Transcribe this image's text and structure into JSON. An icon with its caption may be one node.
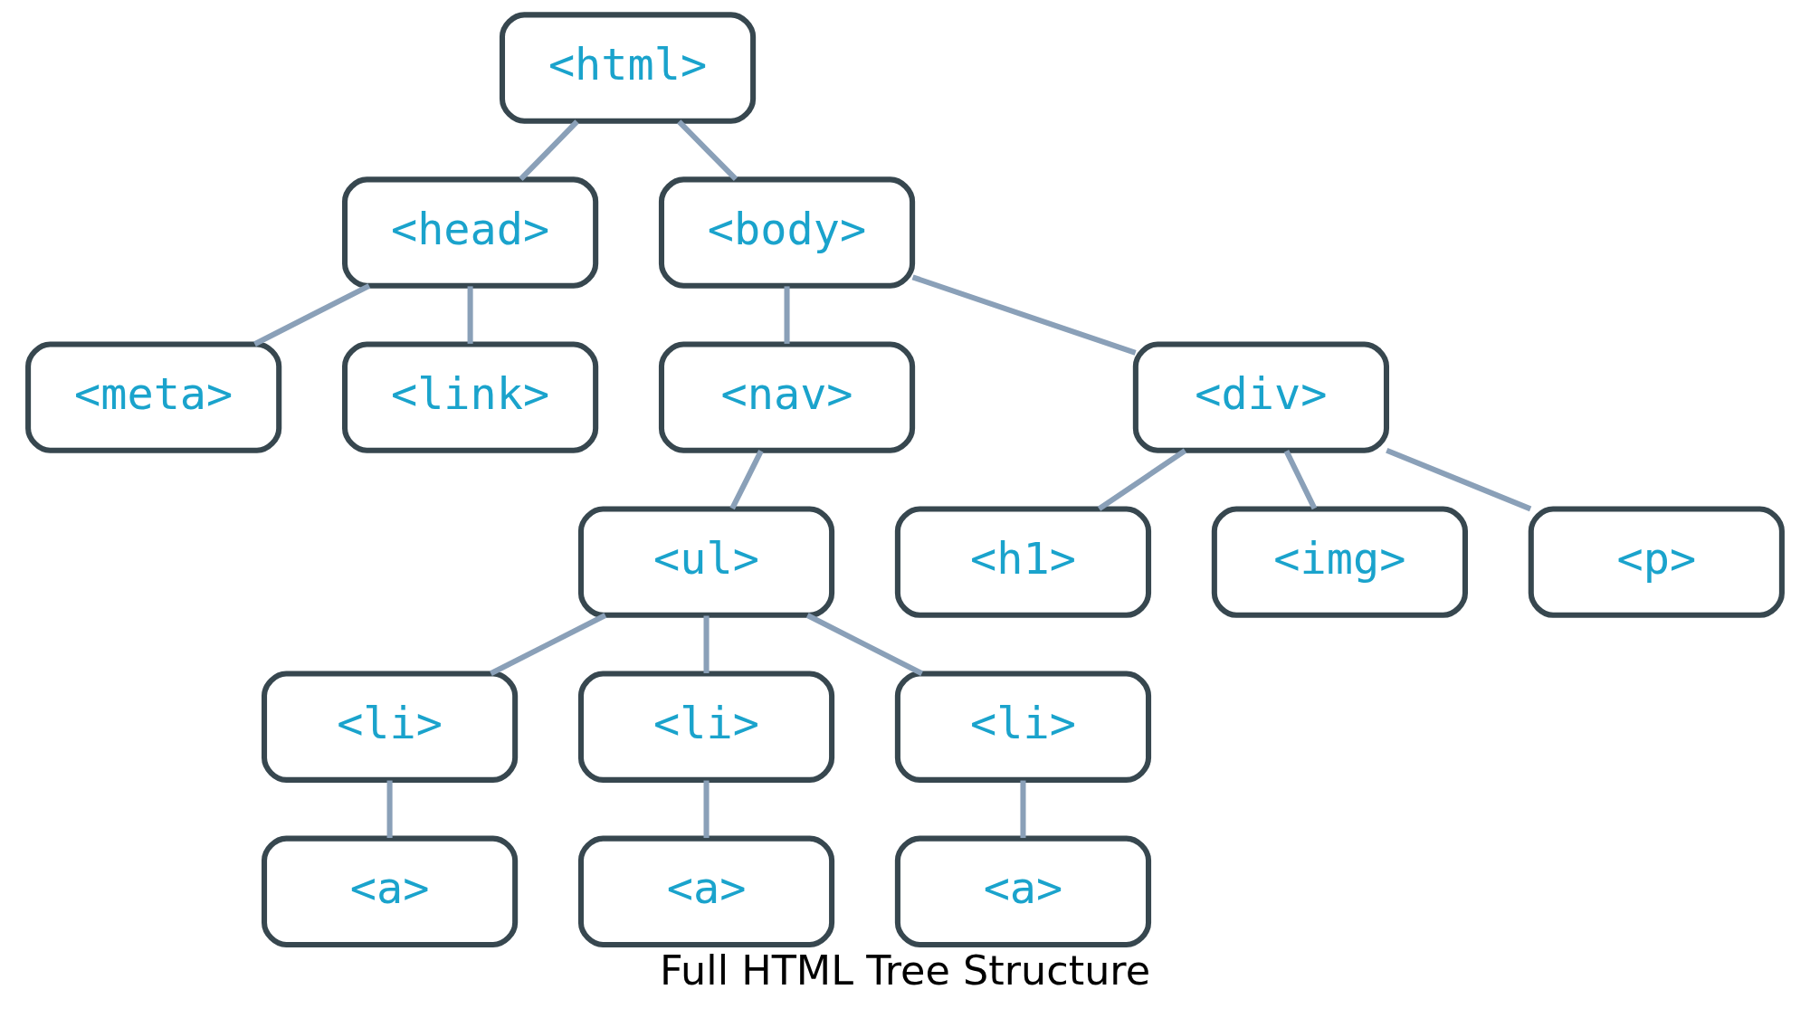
{
  "diagram": {
    "caption": "Full HTML Tree Structure",
    "nodes": [
      {
        "text": [
          "<html>"
        ]
      },
      {
        "text": [
          "<head>"
        ]
      },
      {
        "text": [
          "<body>"
        ]
      },
      {
        "text": [
          "<h1>"
        ]
      },
      {
        "text": [
          "<meta>"
        ]
      },
      {
        "text": [
          "<link>"
        ]
      },
      {
        "text": [
          "<nav>"
        ]
      },
      {
        "text": [
          "<div>"
        ]
      },
      {
        "text": [
          "<img>"
        ]
      },
      {
        "text": [
          "<ul>"
        ]
      },
      {
        "text": [
          "<p>"
        ]
      },
      {
        "text": [
          "<li>"
        ]
      },
      {
        "text": [
          "<li>"
        ]
      },
      {
        "text": [
          "<li>"
        ]
      },
      {
        "text": [
          "<a>"
        ]
      },
      {
        "text": [
          "<a>"
        ]
      },
      {
        "text": [
          "<a>"
        ]
      }
    ],
    "edges": [
      {
        "from": 0,
        "to": 1,
        "arrow": "none"
      },
      {
        "from": 0,
        "to": 2,
        "arrow": "none"
      },
      {
        "from": 1,
        "to": 4,
        "arrow": "none"
      },
      {
        "from": 1,
        "to": 5,
        "arrow": "none"
      },
      {
        "from": 2,
        "to": 6,
        "arrow": "none"
      },
      {
        "from": 2,
        "to": 7,
        "arrow": "none"
      },
      {
        "from": 7,
        "to": 3,
        "arrow": "none"
      },
      {
        "from": 7,
        "to": 8,
        "arrow": "none"
      },
      {
        "from": 7,
        "to": 10,
        "arrow": "none"
      },
      {
        "from": 6,
        "to": 9,
        "arrow": "none"
      },
      {
        "from": 9,
        "to": 11,
        "arrow": "none"
      },
      {
        "from": 9,
        "to": 12,
        "arrow": "none"
      },
      {
        "from": 9,
        "to": 13,
        "arrow": "none"
      },
      {
        "from": 11,
        "to": 14,
        "arrow": "none"
      },
      {
        "from": 12,
        "to": 15,
        "arrow": "none"
      },
      {
        "from": 13,
        "to": 16,
        "arrow": "none"
      }
    ]
  }
}
